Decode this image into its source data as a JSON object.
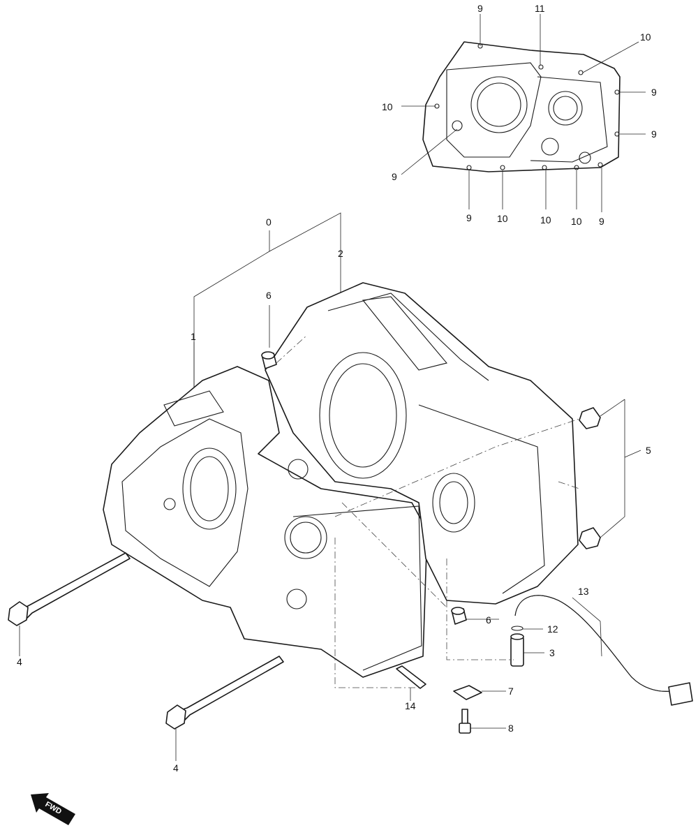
{
  "callouts": {
    "c0": "0",
    "c1": "1",
    "c2": "2",
    "c3": "3",
    "c4a": "4",
    "c4b": "4",
    "c5": "5",
    "c6a": "6",
    "c6b": "6",
    "c7": "7",
    "c8": "8",
    "c9_top": "9",
    "c9_r1": "9",
    "c9_r2": "9",
    "c9_left": "9",
    "c9_b1": "9",
    "c9_b2": "9",
    "c10_tr": "10",
    "c10_left": "10",
    "c10_b1": "10",
    "c10_b2": "10",
    "c10_b3": "10",
    "c11": "11",
    "c12": "12",
    "c13": "13",
    "c14": "14"
  },
  "direction_badge": "FWD",
  "colors": {
    "line": "#1a1a1a",
    "badge": "#111111",
    "background": "#ffffff"
  }
}
